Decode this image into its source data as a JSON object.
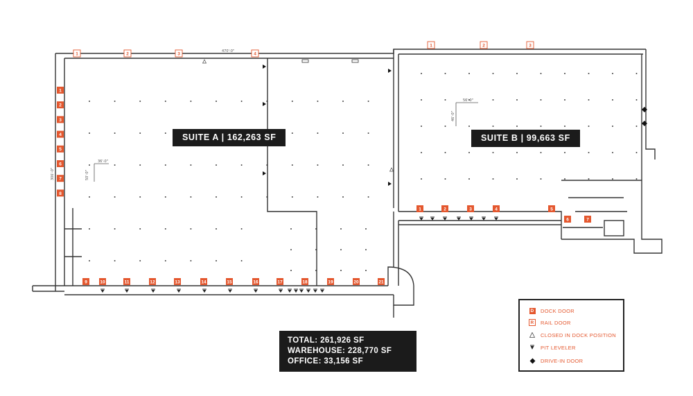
{
  "suites": [
    {
      "label": "SUITE A | 162,263 SF"
    },
    {
      "label": "SUITE B | 99,663 SF"
    }
  ],
  "totals": {
    "total": "TOTAL:  261,926 SF",
    "warehouse": "WAREHOUSE:  228,770 SF",
    "office": "OFFICE:  33,156 SF"
  },
  "dims": {
    "top": "470'-0\"",
    "left": "306'-0\"",
    "bay_a_w": "36'-0\"",
    "bay_a_h": "50'-0\"",
    "bay_b_w": "56'-0\"",
    "bay_b_h": "46'-0\""
  },
  "legend": {
    "dock_symbol": "D",
    "dock_label": "DOCK DOOR",
    "rail_symbol": "R",
    "rail_label": "RAIL DOOR",
    "closed_label": "CLOSED IN DOCK POSITION",
    "pit_label": "PIT LEVELER",
    "drive_label": "DRIVE-IN DOOR"
  },
  "colors": {
    "accent": "#e4572e",
    "wall": "#333333",
    "label_bg": "#1b1b1b"
  },
  "doors": {
    "a_rail_top": [
      "1",
      "2",
      "3",
      "4"
    ],
    "a_west_dock": [
      "1",
      "2",
      "3",
      "4",
      "5",
      "6",
      "7",
      "8"
    ],
    "a_south_dock": [
      "9",
      "10",
      "11",
      "12",
      "13",
      "14",
      "15",
      "16",
      "17",
      "18",
      "19",
      "20",
      "21"
    ],
    "b_rail_top": [
      "1",
      "2",
      "3"
    ],
    "b_south_dock": [
      "1",
      "2",
      "3",
      "4",
      "5"
    ],
    "b_east_dock": [
      "6",
      "7"
    ]
  }
}
